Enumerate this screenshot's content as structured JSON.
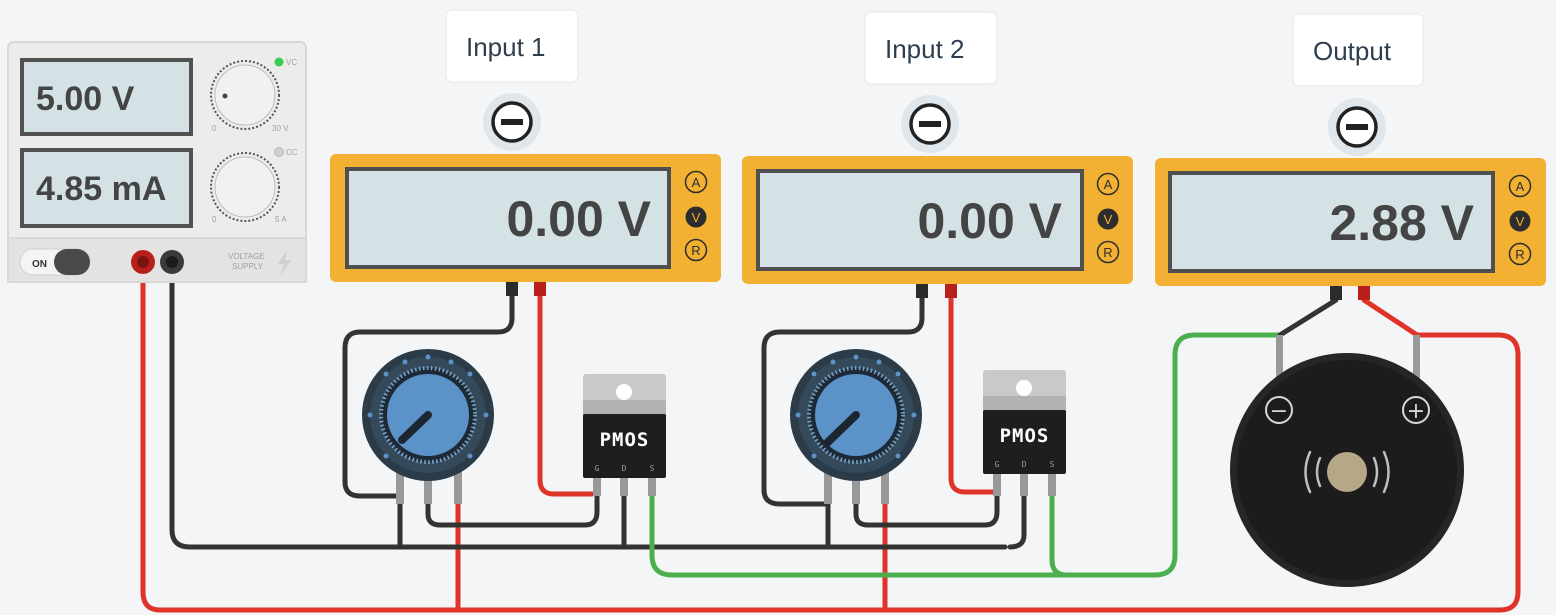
{
  "power_supply": {
    "voltage_display": "5.00 V",
    "current_display": "4.85 mA",
    "voltage_indicator": "VC",
    "current_indicator": "CC",
    "voltage_knob_min": "0",
    "voltage_knob_max": "30 V",
    "current_knob_min": "0",
    "current_knob_max": "5 A",
    "switch_label": "ON",
    "brand_line1": "VOLTAGE",
    "brand_line2": "SUPPLY"
  },
  "meters": [
    {
      "callout": "Input 1",
      "reading": "0.00 V",
      "modes": [
        "A",
        "V",
        "R"
      ],
      "selected_mode": "V"
    },
    {
      "callout": "Input 2",
      "reading": "0.00 V",
      "modes": [
        "A",
        "V",
        "R"
      ],
      "selected_mode": "V"
    },
    {
      "callout": "Output",
      "reading": "2.88 V",
      "modes": [
        "A",
        "V",
        "R"
      ],
      "selected_mode": "V"
    }
  ],
  "transistors": [
    {
      "label": "PMOS",
      "pins": [
        "G",
        "D",
        "S"
      ]
    },
    {
      "label": "PMOS",
      "pins": [
        "G",
        "D",
        "S"
      ]
    }
  ],
  "buzzer": {
    "minus": "−",
    "plus": "+"
  },
  "colors": {
    "wire_red": "#e0342a",
    "wire_black": "#333333",
    "wire_green": "#4cae4c",
    "meter_body": "#f2b132",
    "pot_knob": "#5b93c9"
  }
}
